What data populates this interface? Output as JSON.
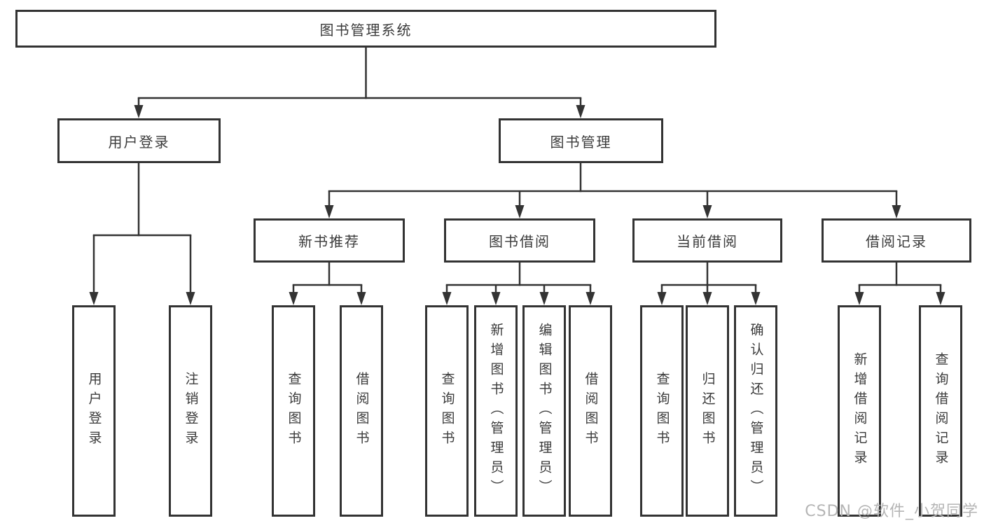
{
  "page_title": "图书管理系统",
  "diagram": {
    "type": "hierarchy",
    "root": {
      "label": "图书管理系统"
    },
    "level2": [
      {
        "label": "用户登录",
        "parent": "图书管理系统"
      },
      {
        "label": "图书管理",
        "parent": "图书管理系统"
      }
    ],
    "level3": [
      {
        "label": "新书推荐",
        "parent": "图书管理"
      },
      {
        "label": "图书借阅",
        "parent": "图书管理"
      },
      {
        "label": "当前借阅",
        "parent": "图书管理"
      },
      {
        "label": "借阅记录",
        "parent": "图书管理"
      }
    ],
    "leaves": [
      {
        "label": "用户登录",
        "parent": "用户登录"
      },
      {
        "label": "注销登录",
        "parent": "用户登录"
      },
      {
        "label": "查询图书",
        "parent": "新书推荐"
      },
      {
        "label": "借阅图书",
        "parent": "新书推荐"
      },
      {
        "label": "查询图书",
        "parent": "图书借阅"
      },
      {
        "label": "新增图书（管理员）",
        "parent": "图书借阅"
      },
      {
        "label": "编辑图书（管理员）",
        "parent": "图书借阅"
      },
      {
        "label": "借阅图书",
        "parent": "图书借阅"
      },
      {
        "label": "查询图书",
        "parent": "当前借阅"
      },
      {
        "label": "归还图书",
        "parent": "当前借阅"
      },
      {
        "label": "确认归还（管理员）",
        "parent": "当前借阅"
      },
      {
        "label": "新增借阅记录",
        "parent": "借阅记录"
      },
      {
        "label": "查询借阅记录",
        "parent": "借阅记录"
      }
    ]
  },
  "watermark": "CSDN @软件_小贺同学",
  "colors": {
    "line": "#333333",
    "box_border": "#333333",
    "text": "#3b3b3b",
    "watermark": "#b5b5b5",
    "background": "#ffffff"
  }
}
